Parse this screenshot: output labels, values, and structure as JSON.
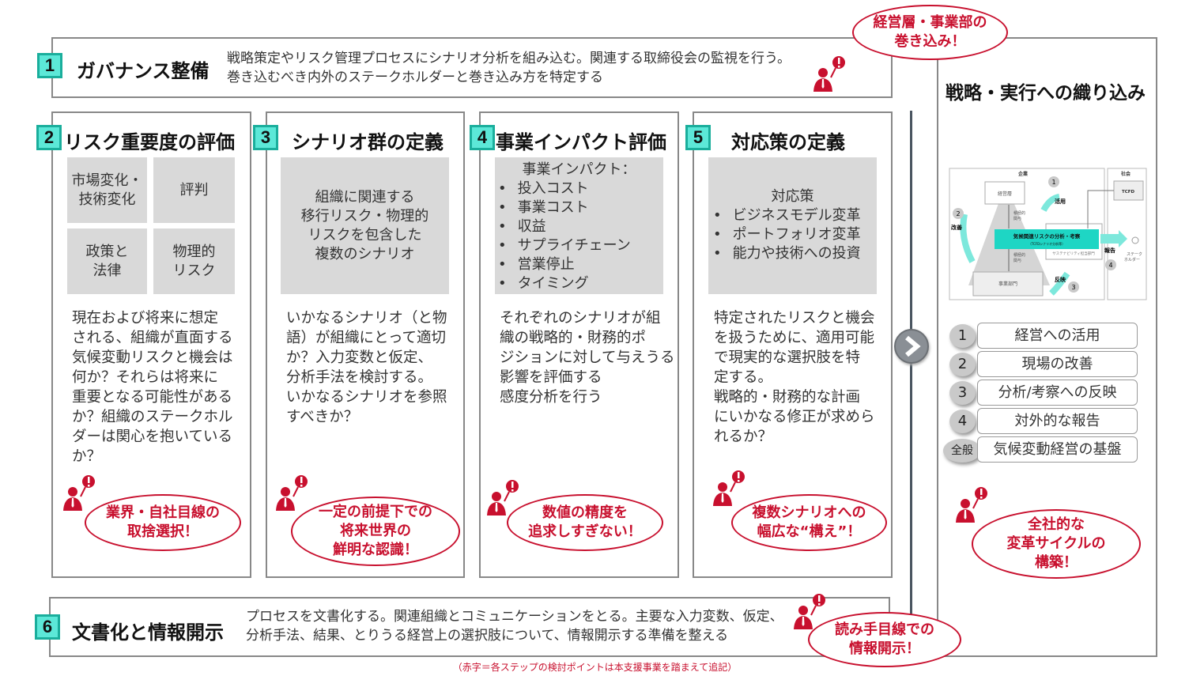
{
  "steps": [
    {
      "num": "1",
      "title": "ガバナンス整備",
      "desc": [
        "戦略策定やリスク管理プロセスにシナリオ分析を組み込む。関連する取締役会の監視を行う。",
        "巻き込むべき内外のステークホルダーと巻き込み方を特定する"
      ],
      "callout": [
        "経営層・事業部の",
        "巻き込み！"
      ]
    },
    {
      "num": "2",
      "title": "リスク重要度の評価",
      "grid": [
        [
          "市場変化・",
          "技術変化"
        ],
        [
          "評判"
        ],
        [
          "政策と",
          "法律"
        ],
        [
          "物理的",
          "リスク"
        ]
      ],
      "body": [
        "現在および将来に想定",
        "される、組織が直面する",
        "気候変動リスクと機会は",
        "何か？それらは将来に",
        "重要となる可能性がある",
        "か？組織のステークホル",
        "ダーは関心を抱いている",
        "か？"
      ],
      "callout": [
        "業界・自社目線の",
        "取捨選択！"
      ]
    },
    {
      "num": "3",
      "title": "シナリオ群の定義",
      "gray": [
        "組織に関連する",
        "移行リスク・物理的",
        "リスクを包含した",
        "複数のシナリオ"
      ],
      "body": [
        "いかなるシナリオ（と物",
        "語）が組織にとって適切",
        "か？入力変数と仮定、",
        "分析手法を検討する。",
        "いかなるシナリオを参照",
        "すべきか？"
      ],
      "callout": [
        "一定の前提下での",
        "将来世界の",
        "鮮明な認識！"
      ]
    },
    {
      "num": "4",
      "title": "事業インパクト評価",
      "gray_heading": "事業インパクト：",
      "gray_items": [
        "投入コスト",
        "事業コスト",
        "収益",
        "サプライチェーン",
        "営業停止",
        "タイミング"
      ],
      "body": [
        "それぞれのシナリオが組",
        "織の戦略的・財務的ポ",
        "ジションに対して与えうる",
        "影響を評価する",
        "感度分析を行う"
      ],
      "callout": [
        "数値の精度を",
        "追求しすぎない！"
      ]
    },
    {
      "num": "5",
      "title": "対応策の定義",
      "gray_heading": "対応策",
      "gray_items": [
        "ビジネスモデル変革",
        "ポートフォリオ変革",
        "能力や技術への投資"
      ],
      "body": [
        "特定されたリスクと機会",
        "を扱うために、適用可能",
        "で現実的な選択肢を特",
        "定する。",
        "戦略的・財務的な計画",
        "にいかなる修正が求めら",
        "れるか？"
      ],
      "callout": [
        "複数シナリオへの",
        "幅広な“構え”！"
      ]
    },
    {
      "num": "6",
      "title": "文書化と情報開示",
      "desc": [
        "プロセスを文書化する。関連組織とコミュニケーションをとる。主要な入力変数、仮定、",
        "分析手法、結果、とりうる経営上の選択肢について、情報開示する準備を整える"
      ],
      "callout": [
        "読み手目線での",
        "情報開示！"
      ]
    }
  ],
  "right_panel": {
    "title": "戦略・実行への織り込み",
    "diagram": {
      "company": "企業",
      "society": "社会",
      "top": "経営層",
      "bottom": "事業部門",
      "engage": [
        "積極的",
        "関与"
      ],
      "center": "気候関連リスクの分析・考察",
      "center_sub": "（TCFDシナリオ分析等）",
      "dept": "サステナビリティ担当部門",
      "tcfd": "TCFD",
      "stakeholder": [
        "ステーク",
        "ホルダー"
      ],
      "arrows": [
        {
          "n": "1",
          "label": "活用"
        },
        {
          "n": "2",
          "label": "改善"
        },
        {
          "n": "3",
          "label": "反映"
        },
        {
          "n": "4",
          "label": "報告"
        }
      ]
    },
    "items": [
      {
        "n": "1",
        "label": "経営への活用"
      },
      {
        "n": "2",
        "label": "現場の改善"
      },
      {
        "n": "3",
        "label": "分析/考察への反映"
      },
      {
        "n": "4",
        "label": "対外的な報告"
      },
      {
        "n": "全般",
        "label": "気候変動経営の基盤"
      }
    ],
    "callout": [
      "全社的な",
      "変革サイクルの",
      "構築！"
    ]
  },
  "footnote": "（赤字＝各ステップの検討ポイントは本支援事業を踏まえて追記）",
  "colors": {
    "accent": "#c8102e",
    "badge_fill": "#5ce8d8",
    "badge_border": "#1aae9c",
    "teal_arrow": "#7de8dc",
    "gray": "#d9d9d9"
  },
  "icons": [
    "person-alert-icon",
    "next-arrow-icon"
  ]
}
